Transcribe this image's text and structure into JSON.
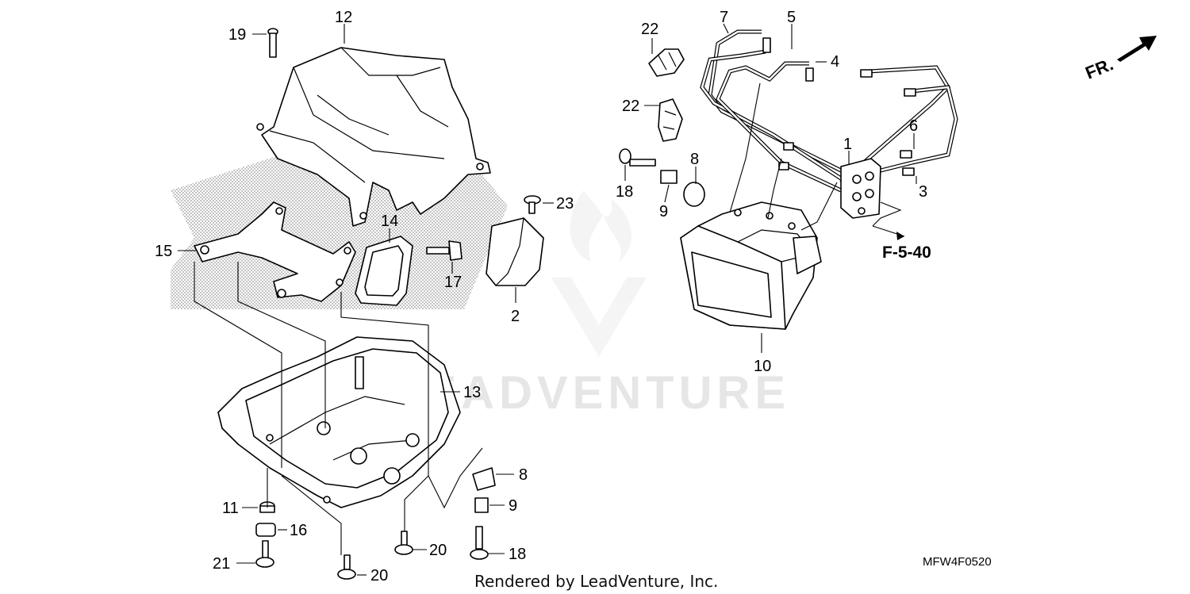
{
  "callouts": [
    {
      "id": "c1",
      "label": "1"
    },
    {
      "id": "c2",
      "label": "2"
    },
    {
      "id": "c3",
      "label": "3"
    },
    {
      "id": "c4",
      "label": "4"
    },
    {
      "id": "c5",
      "label": "5"
    },
    {
      "id": "c6",
      "label": "6"
    },
    {
      "id": "c7",
      "label": "7"
    },
    {
      "id": "c8a",
      "label": "8"
    },
    {
      "id": "c8b",
      "label": "8"
    },
    {
      "id": "c9a",
      "label": "9"
    },
    {
      "id": "c9b",
      "label": "9"
    },
    {
      "id": "c10",
      "label": "10"
    },
    {
      "id": "c11",
      "label": "11"
    },
    {
      "id": "c12",
      "label": "12"
    },
    {
      "id": "c13",
      "label": "13"
    },
    {
      "id": "c14",
      "label": "14"
    },
    {
      "id": "c15",
      "label": "15"
    },
    {
      "id": "c16",
      "label": "16"
    },
    {
      "id": "c17",
      "label": "17"
    },
    {
      "id": "c18a",
      "label": "18"
    },
    {
      "id": "c18b",
      "label": "18"
    },
    {
      "id": "c19",
      "label": "19"
    },
    {
      "id": "c20a",
      "label": "20"
    },
    {
      "id": "c20b",
      "label": "20"
    },
    {
      "id": "c21",
      "label": "21"
    },
    {
      "id": "c22a",
      "label": "22"
    },
    {
      "id": "c22b",
      "label": "22"
    },
    {
      "id": "c23",
      "label": "23"
    }
  ],
  "reference": "F-5-40",
  "front_indicator": "FR.",
  "diagram_code": "MFW4F0520",
  "credit": "Rendered by LeadVenture, Inc.",
  "watermark": "LEADVENTURE"
}
